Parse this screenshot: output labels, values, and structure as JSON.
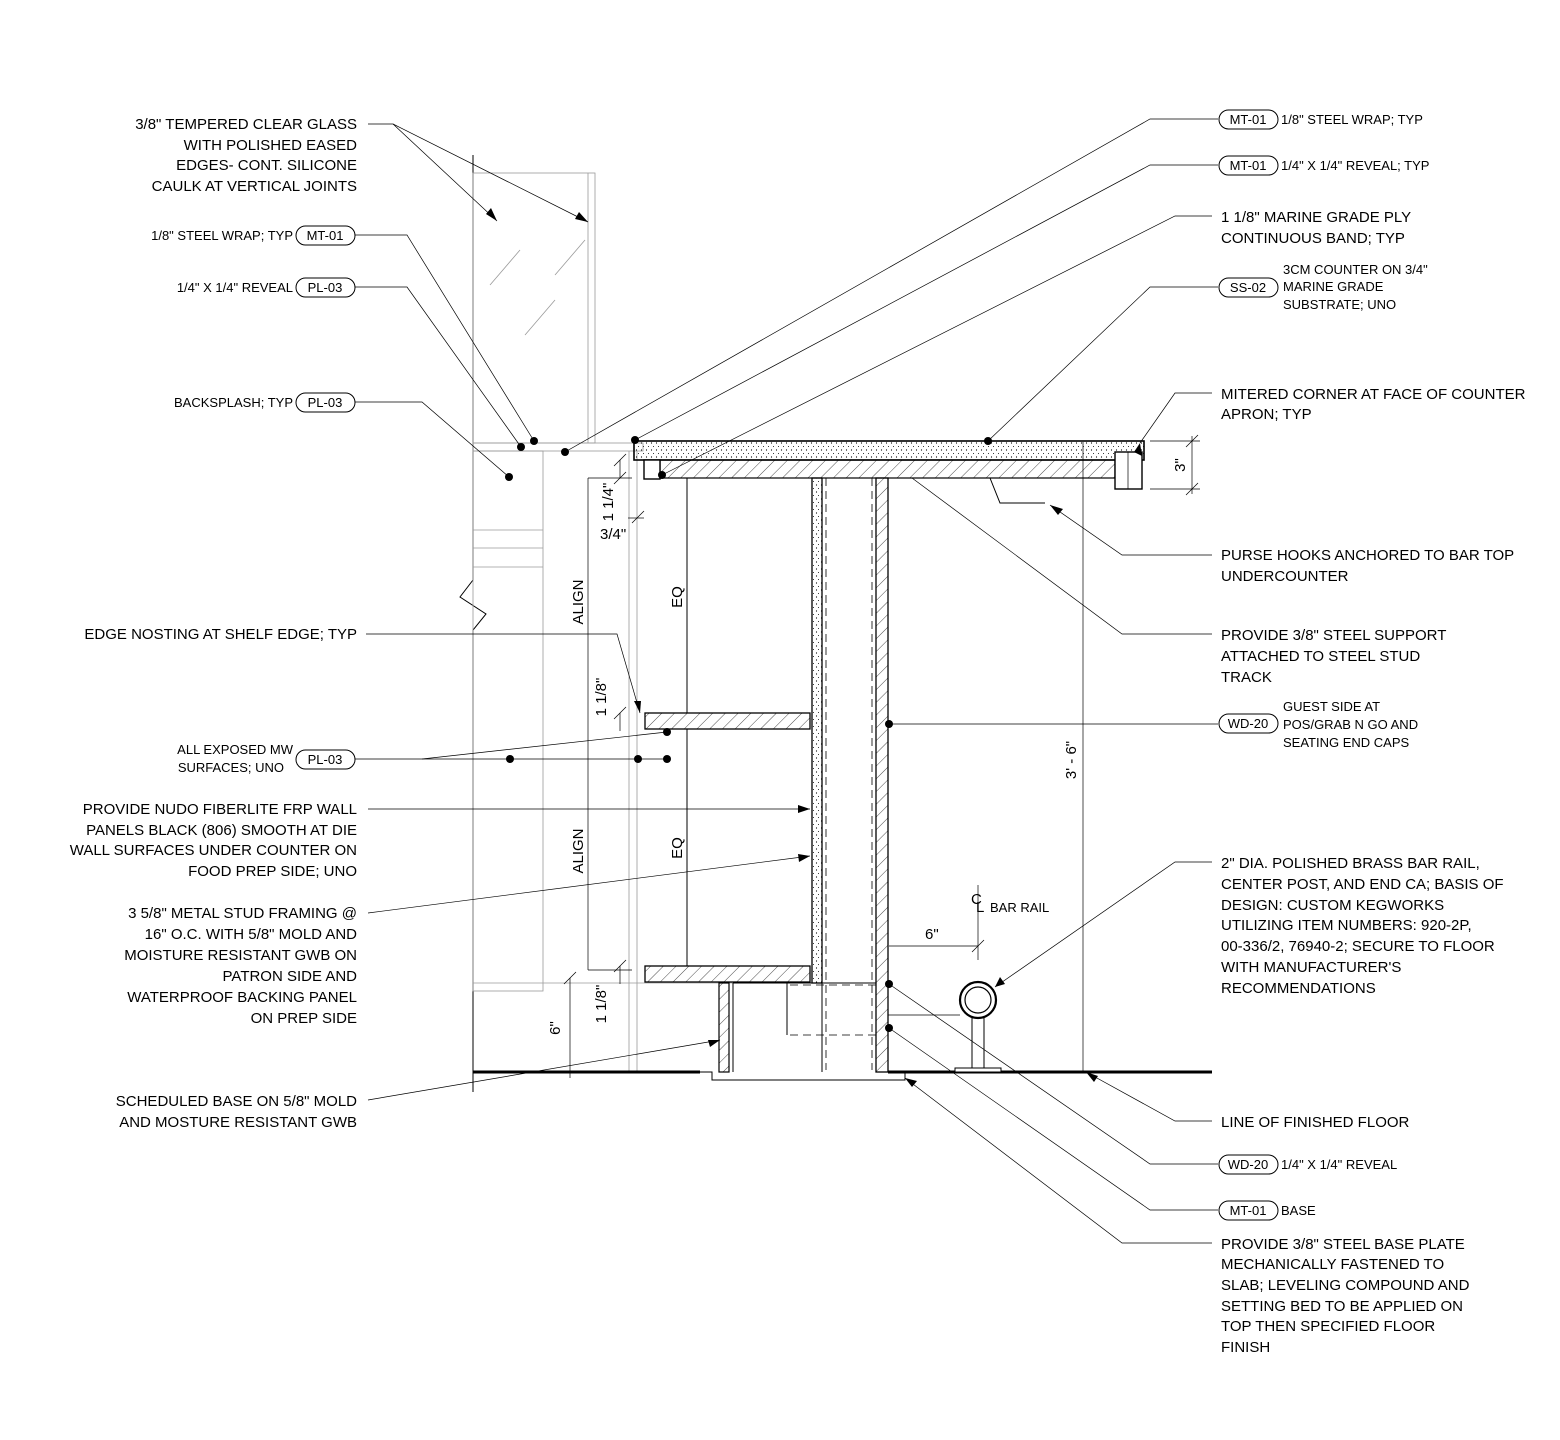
{
  "drawing": {
    "left_notes": {
      "glass": [
        "3/8\" TEMPERED CLEAR GLASS",
        "WITH POLISHED EASED",
        "EDGES- CONT. SILICONE",
        "CAULK AT VERTICAL JOINTS"
      ],
      "steel_wrap": "1/8\" STEEL WRAP; TYP",
      "reveal": "1/4\" X 1/4\" REVEAL",
      "backsplash": "BACKSPLASH; TYP",
      "edge_nosing": "EDGE NOSTING AT SHELF EDGE; TYP",
      "exposed_mw": [
        "ALL EXPOSED MW",
        "SURFACES; UNO"
      ],
      "frp": [
        "PROVIDE NUDO FIBERLITE FRP WALL",
        "PANELS BLACK (806) SMOOTH AT DIE",
        "WALL SURFACES UNDER COUNTER ON",
        "FOOD PREP SIDE; UNO"
      ],
      "stud": [
        "3 5/8\" METAL STUD FRAMING @",
        "16\" O.C. WITH 5/8\" MOLD AND",
        "MOISTURE RESISTANT GWB ON",
        "PATRON SIDE AND",
        "WATERPROOF BACKING PANEL",
        "ON PREP SIDE"
      ],
      "base": [
        "SCHEDULED BASE ON 5/8\" MOLD",
        "AND MOSTURE RESISTANT GWB"
      ]
    },
    "right_notes": {
      "mt01_wrap": "1/8\" STEEL WRAP; TYP",
      "mt01_reveal": "1/4\" X 1/4\" REVEAL; TYP",
      "ply": [
        "1 1/8\" MARINE GRADE PLY",
        "CONTINUOUS BAND; TYP"
      ],
      "counter": [
        "3CM COUNTER ON 3/4\"",
        "MARINE GRADE",
        "SUBSTRATE; UNO"
      ],
      "mitered": [
        "MITERED CORNER AT FACE OF COUNTER",
        "APRON; TYP"
      ],
      "purse": [
        "PURSE HOOKS ANCHORED TO BAR TOP",
        "UNDERCOUNTER"
      ],
      "support": [
        "PROVIDE 3/8\" STEEL SUPPORT",
        "ATTACHED TO STEEL STUD",
        "TRACK"
      ],
      "guest": [
        "GUEST SIDE AT",
        "POS/GRAB N GO AND",
        "SEATING END CAPS"
      ],
      "rail": [
        "2\" DIA. POLISHED BRASS BAR RAIL,",
        "CENTER POST, AND END CA; BASIS OF",
        "DESIGN: CUSTOM KEGWORKS",
        "UTILIZING ITEM NUMBERS: 920-2P,",
        "00-336/2, 76940-2; SECURE TO FLOOR",
        "WITH MANUFACTURER'S",
        "RECOMMENDATIONS"
      ],
      "floor": "LINE OF FINISHED FLOOR",
      "wd20_reveal": "1/4\" X 1/4\" REVEAL",
      "mt01_base": "BASE",
      "base_plate": [
        "PROVIDE 3/8\" STEEL BASE PLATE",
        "MECHANICALLY FASTENED TO",
        "SLAB; LEVELING COMPOUND AND",
        "SETTING BED TO BE APPLIED ON",
        "TOP THEN SPECIFIED FLOOR",
        "FINISH"
      ]
    },
    "tags": {
      "mt01": "MT-01",
      "pl03": "PL-03",
      "ss02": "SS-02",
      "wd20": "WD-20"
    },
    "dims": {
      "d_1_1_4": "1 1/4\"",
      "d_3_4": "3/4\"",
      "d_1_1_8": "1 1/8\"",
      "d_6": "6\"",
      "d_3": "3\"",
      "d_3_6": "3' - 6\"",
      "eq": "EQ",
      "align": "ALIGN",
      "cl": "C",
      "cl_sub": "L",
      "bar_rail": "BAR RAIL"
    }
  }
}
